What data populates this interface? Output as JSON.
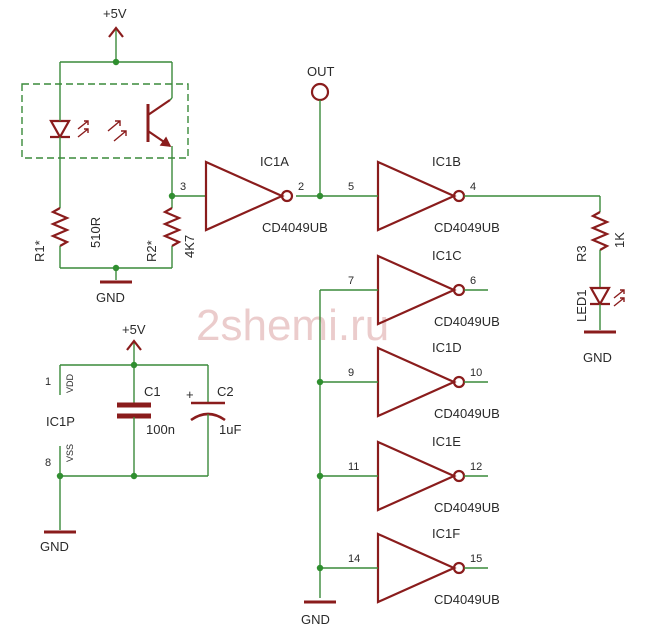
{
  "supply": {
    "vcc_top": "+5V",
    "vcc_bottom": "+5V"
  },
  "ground": {
    "label": "GND"
  },
  "output": {
    "label": "OUT"
  },
  "resistors": {
    "r1": {
      "name": "R1*",
      "value": "510R"
    },
    "r2": {
      "name": "R2*",
      "value": "4K7"
    },
    "r3": {
      "name": "R3",
      "value": "1K"
    }
  },
  "led": {
    "name": "LED1"
  },
  "capacitors": {
    "c1": {
      "name": "C1",
      "value": "100n"
    },
    "c2": {
      "name": "C2",
      "value": "1uF",
      "polarity": "+"
    }
  },
  "power_ic": {
    "name": "IC1P",
    "vdd": "VDD",
    "vss": "VSS",
    "pin_vdd": "1",
    "pin_vss": "8"
  },
  "gates": [
    {
      "name": "IC1A",
      "part": "CD4049UB",
      "in_pin": "3",
      "out_pin": "2"
    },
    {
      "name": "IC1B",
      "part": "CD4049UB",
      "in_pin": "5",
      "out_pin": "4"
    },
    {
      "name": "IC1C",
      "part": "CD4049UB",
      "in_pin": "7",
      "out_pin": "6"
    },
    {
      "name": "IC1D",
      "part": "CD4049UB",
      "in_pin": "9",
      "out_pin": "10"
    },
    {
      "name": "IC1E",
      "part": "CD4049UB",
      "in_pin": "11",
      "out_pin": "12"
    },
    {
      "name": "IC1F",
      "part": "CD4049UB",
      "in_pin": "14",
      "out_pin": "15"
    }
  ],
  "watermark": "2shemi.ru",
  "colors": {
    "wire": "#3a8a3a",
    "component": "#8a1c1c",
    "text": "#2a2a2a",
    "watermark": "#e8c4c4"
  }
}
